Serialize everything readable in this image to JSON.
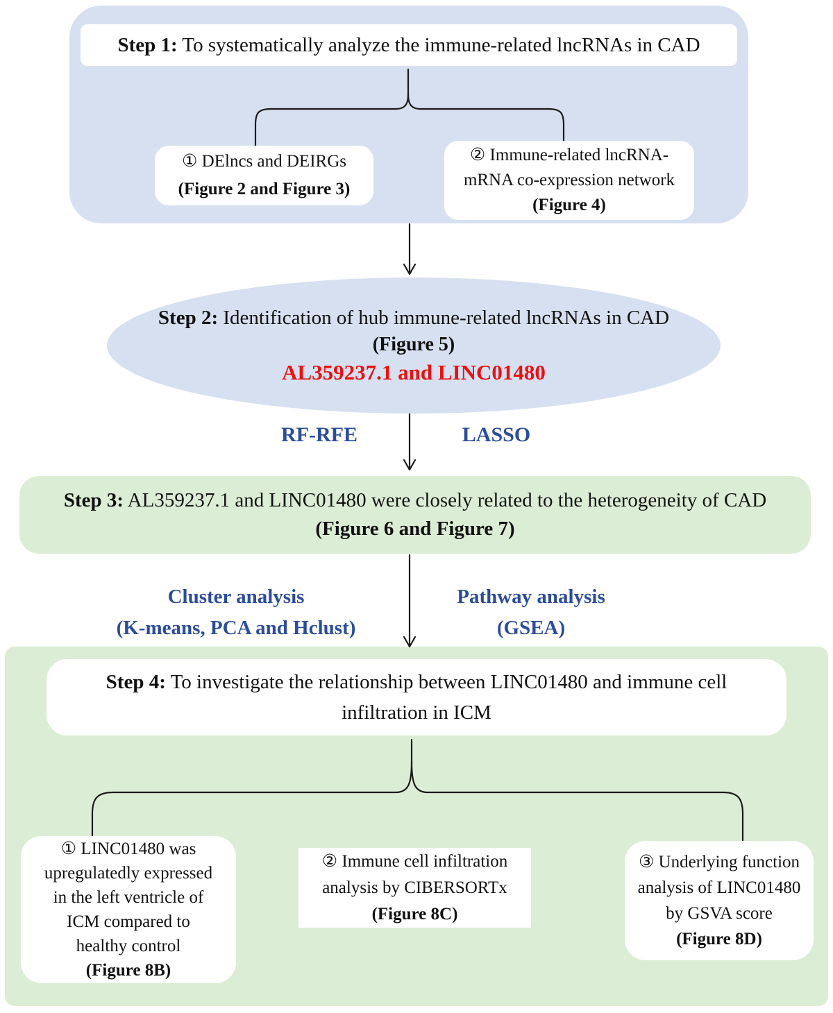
{
  "figure_type": "study-workflow-flowchart",
  "colors": {
    "step12_fill_blue": "#d7e0f0",
    "step34_fill_green": "#dcedd5",
    "node_fill_white": "#ffffff",
    "line_black": "#1b1b1b",
    "method_label_blue": "#2b4d9b",
    "result_highlight_red": "#e8120f",
    "text_black": "#111111"
  },
  "step1": {
    "label": "Step 1:",
    "title": "To systematically analyze the immune-related lncRNAs in CAD",
    "branches": [
      {
        "lines": [
          "① DElncs and DEIRGs"
        ],
        "figure": "(Figure 2 and Figure 3)"
      },
      {
        "lines": [
          "② Immune-related lncRNA-",
          "mRNA co-expression network"
        ],
        "figure": "(Figure 4)"
      }
    ]
  },
  "step2": {
    "label": "Step 2:",
    "title": "Identification of hub immune-related lncRNAs in CAD",
    "figure": "(Figure 5)",
    "result": "AL359237.1 and LINC01480"
  },
  "step2_methods": {
    "left": "RF-RFE",
    "right": "LASSO"
  },
  "step3": {
    "label": "Step 3:",
    "title": "AL359237.1 and LINC01480 were closely related to the heterogeneity of CAD",
    "figure": "(Figure 6 and Figure 7)"
  },
  "step3_methods": {
    "left_line1": "Cluster analysis",
    "left_line2": "(K-means, PCA and Hclust)",
    "right_line1": "Pathway analysis",
    "right_line2": "(GSEA)"
  },
  "step4": {
    "label": "Step 4:",
    "title_line1": "To investigate the relationship between LINC01480 and immune cell",
    "title_line2": "infiltration in ICM",
    "branches": [
      {
        "lines": [
          "① LINC01480 was",
          "upregulatedly expressed",
          "in the left ventricle of",
          "ICM compared to",
          "healthy control"
        ],
        "figure": "(Figure 8B)"
      },
      {
        "lines": [
          "② Immune cell infiltration",
          "analysis by CIBERSORTx"
        ],
        "figure": "(Figure 8C)"
      },
      {
        "lines": [
          "③ Underlying function",
          "analysis of LINC01480",
          "by GSVA score"
        ],
        "figure": "(Figure 8D)"
      }
    ]
  }
}
